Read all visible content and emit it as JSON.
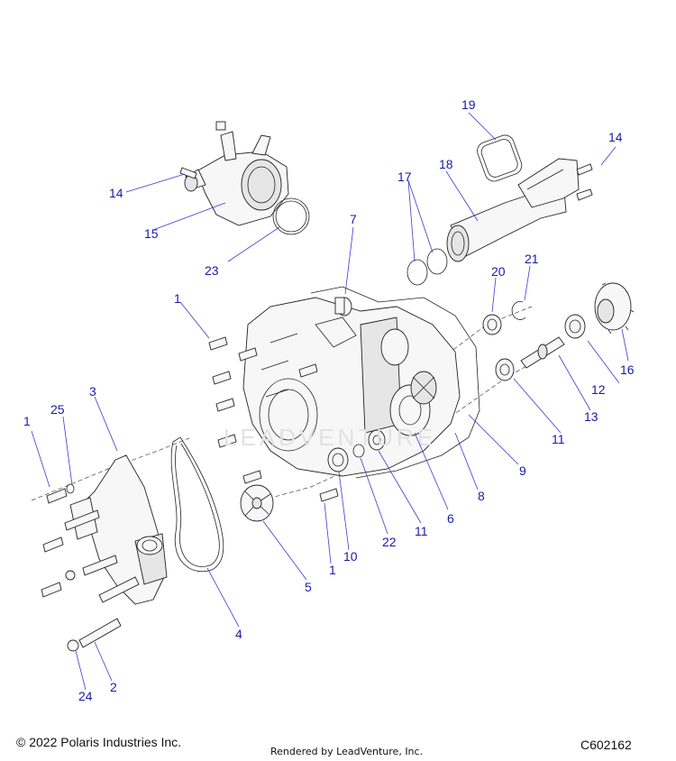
{
  "diagram": {
    "callouts": [
      "1",
      "2",
      "3",
      "4",
      "5",
      "6",
      "7",
      "8",
      "9",
      "10",
      "11",
      "11",
      "12",
      "13",
      "14",
      "14",
      "15",
      "16",
      "17",
      "18",
      "19",
      "20",
      "21",
      "22",
      "23",
      "24",
      "25",
      "1",
      "1"
    ],
    "watermark": "LEADVENTURE"
  },
  "footer": {
    "copyright": "© 2022 Polaris Industries Inc.",
    "rendered_by": "Rendered by LeadVenture, Inc.",
    "diagram_code": "C602162"
  },
  "colors": {
    "callout": "#1a1aa6",
    "leader": "#3a3ad0",
    "line": "#222222"
  }
}
